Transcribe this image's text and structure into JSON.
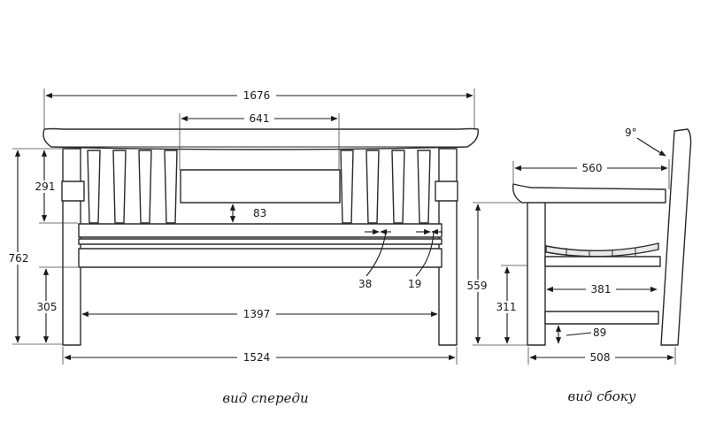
{
  "captions": {
    "front": "вид спереди",
    "side": "вид сбоку"
  },
  "dimensions": {
    "front": {
      "overall_length": "1676",
      "backrest_panel": "641",
      "back_height": "291",
      "total_height": "762",
      "seat_height": "305",
      "rail_span": "1397",
      "leg_span": "1524",
      "panel_gap": "83",
      "slat_width": "38",
      "slat_gap": "19"
    },
    "side": {
      "armrest_depth": "560",
      "back_angle": "9°",
      "seat_height": "559",
      "stretcher_height": "311",
      "seat_width": "381",
      "foot_height": "89",
      "base_depth": "508"
    }
  },
  "colors": {
    "line": "#2a2a2a",
    "shade": "#e9e9e9"
  }
}
